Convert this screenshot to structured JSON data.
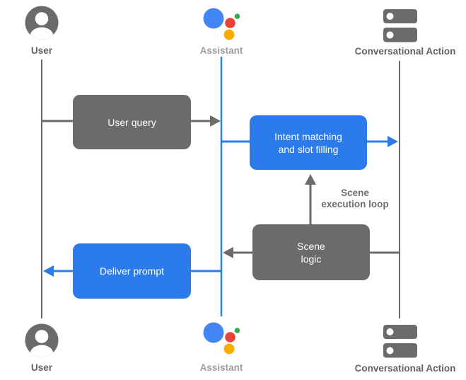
{
  "diagram": {
    "type": "sequence-flow",
    "actors": {
      "user_top": "User",
      "assistant_top": "Assistant",
      "action_top": "Conversational Action",
      "user_bottom": "User",
      "assistant_bottom": "Assistant",
      "action_bottom": "Conversational Action"
    },
    "boxes": {
      "user_query": "User query",
      "intent_matching": [
        "Intent matching",
        "and slot filling"
      ],
      "scene_logic": [
        "Scene",
        "logic"
      ],
      "deliver_prompt": "Deliver prompt"
    },
    "annotations": {
      "scene_execution_loop": [
        "Scene",
        "execution loop"
      ]
    },
    "icons": {
      "user": "person-circle-icon",
      "assistant": "google-assistant-icon",
      "conversational_action": "server-stack-icon"
    },
    "flows": [
      {
        "from": "user",
        "to": "assistant",
        "label": "User query",
        "color": "gray"
      },
      {
        "from": "assistant",
        "to": "conversational_action",
        "label": "Intent matching and slot filling",
        "color": "blue"
      },
      {
        "from": "scene_logic",
        "to": "intent_matching",
        "label": "Scene execution loop",
        "color": "gray"
      },
      {
        "from": "conversational_action",
        "to": "assistant",
        "label": "Scene logic",
        "color": "gray"
      },
      {
        "from": "assistant",
        "to": "user",
        "label": "Deliver prompt",
        "color": "blue"
      }
    ],
    "colors": {
      "box_gray": "#6b6b6b",
      "box_blue": "#2b7bea",
      "line_gray": "#6b6b6b",
      "line_blue": "#2b7bea",
      "label_dark": "#5f6368",
      "label_light": "#9aa0a6",
      "annotation_gray": "#6e6e6e",
      "logo_blue": "#4285f4",
      "logo_red": "#ea4335",
      "logo_green": "#34a853",
      "logo_yellow": "#f9ab00",
      "background": "#ffffff"
    }
  }
}
